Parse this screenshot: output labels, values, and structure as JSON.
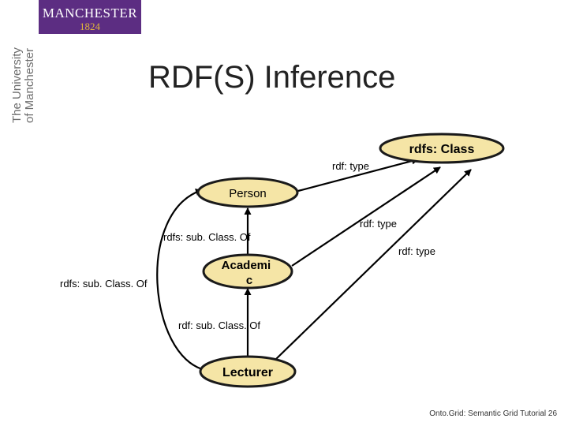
{
  "branding": {
    "logo_word": "MANCHESTER",
    "logo_year": "1824",
    "side_line1": "The University",
    "side_line2": "of Manchester"
  },
  "slide": {
    "title": "RDF(S) Inference",
    "footer": "Onto.Grid: Semantic Grid Tutorial 26"
  },
  "colors": {
    "node_fill": "#f5e5a6",
    "node_stroke": "#1a1a1a",
    "logo_purple": "#5c2d82",
    "logo_gold": "#e0b63a"
  },
  "diagram": {
    "nodes": {
      "rdfs_class": "rdfs: Class",
      "person": "Person",
      "academic_line1": "Academi",
      "academic_line2": "c",
      "lecturer": "Lecturer"
    },
    "edges": {
      "rdf_type_top": "rdf: type",
      "rdf_type_mid": "rdf: type",
      "rdf_type_lower": "rdf: type",
      "subclass_academic_person": "rdfs: sub. Class. Of",
      "subclass_lecturer_person": "rdfs: sub. Class. Of",
      "subclass_lecturer_academic": "rdf: sub. Class. Of"
    }
  }
}
